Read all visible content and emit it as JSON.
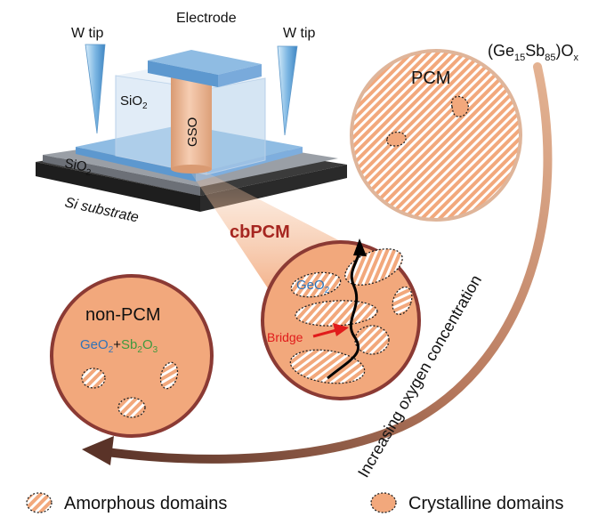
{
  "device": {
    "electrode": "Electrode",
    "w_tip_left": "W tip",
    "w_tip_right": "W tip",
    "sio2_upper": "SiO",
    "sio2_upper_sub": "2",
    "sio2_lower": "SiO",
    "sio2_lower_sub": "2",
    "gso": "GSO",
    "substrate": "Si substrate"
  },
  "material": {
    "prefix": "(Ge",
    "sub1": "15",
    "mid": "Sb",
    "sub2": "85",
    "suffix": ")O",
    "sub3": "x"
  },
  "pcm_circle": {
    "label": "PCM"
  },
  "cbpcm": {
    "label": "cbPCM",
    "geo2": "GeO",
    "geo2_sub": "2",
    "bridge": "Bridge"
  },
  "nonpcm": {
    "label": "non-PCM",
    "part1": "GeO",
    "part1_sub": "2",
    "plus": "+",
    "part2a": "Sb",
    "part2_sub1": "2",
    "part2b": "O",
    "part2_sub2": "3"
  },
  "arrow_label": "Increasing oxygen concentration",
  "legend": {
    "amorphous": "Amorphous domains",
    "crystalline": "Crystalline domains"
  },
  "colors": {
    "salmon": "#f2a87c",
    "stripe": "#ffffff",
    "circle_border_dark": "#8b3a34",
    "circle_border_light": "#dfb59a",
    "cbpcm_text": "#a62620",
    "geo2_blue": "#2f73b8",
    "sb2o3_green": "#3f9a3f",
    "bridge_red": "#e11b1b"
  }
}
